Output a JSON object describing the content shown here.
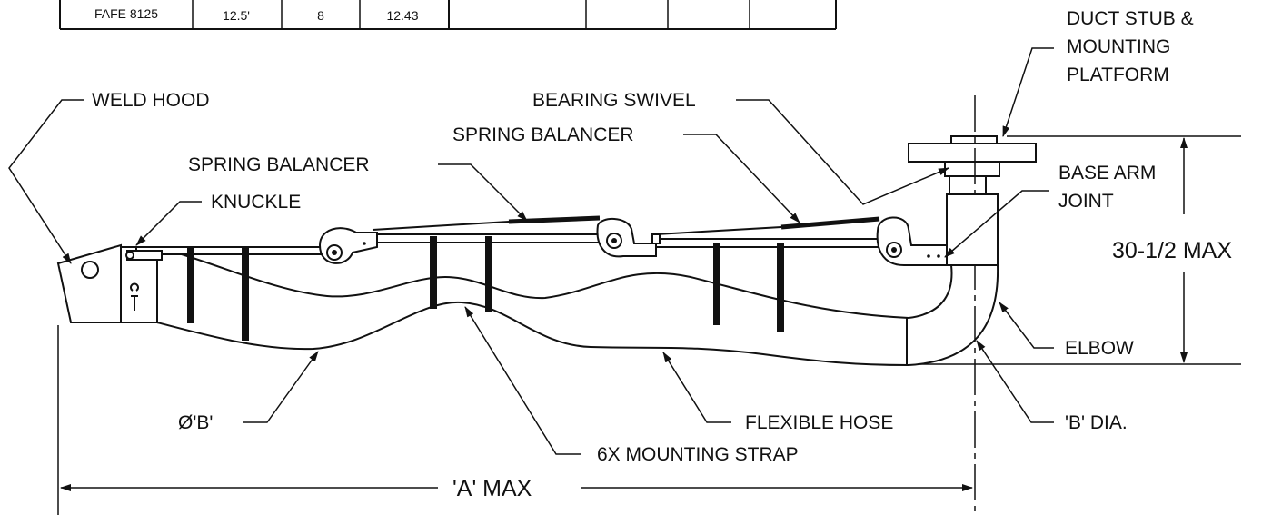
{
  "spec_table": {
    "row": [
      "FAFE 8125",
      "12.5'",
      "8",
      "12.43",
      "",
      "",
      "",
      ""
    ]
  },
  "callouts": {
    "duct_stub_1": "DUCT STUB &",
    "duct_stub_2": "MOUNTING",
    "duct_stub_3": "PLATFORM",
    "weld_hood": "WELD HOOD",
    "bearing_swivel": "BEARING SWIVEL",
    "spring_balancer_upper": "SPRING BALANCER",
    "spring_balancer_lower": "SPRING BALANCER",
    "knuckle": "KNUCKLE",
    "base_arm_1": "BASE ARM",
    "base_arm_2": "JOINT",
    "elbow": "ELBOW",
    "b_dia": "'B' DIA.",
    "dia_b": "Ø'B'",
    "flexible_hose": "FLEXIBLE HOSE",
    "mounting_strap": "6X MOUNTING STRAP"
  },
  "dimensions": {
    "height": "30-1/2 MAX",
    "length": "'A' MAX"
  }
}
